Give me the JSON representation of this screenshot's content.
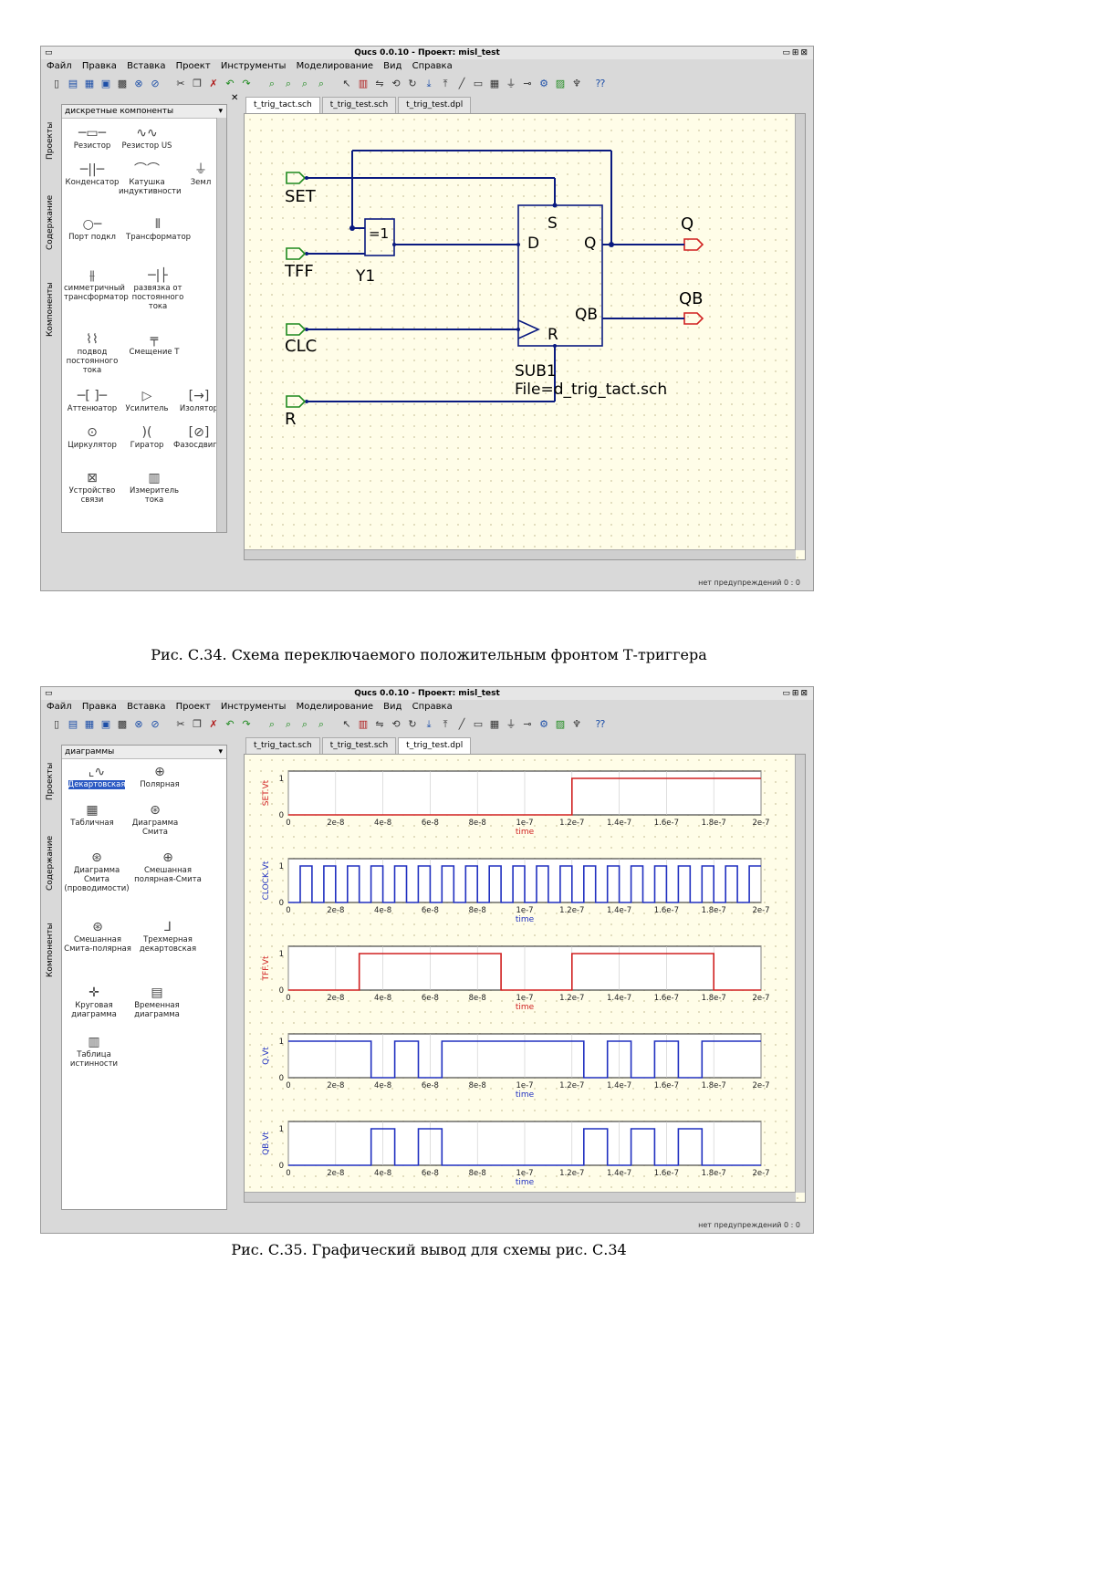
{
  "window1": {
    "title": "Qucs 0.0.10 - Проект: misl_test",
    "menu": [
      "Файл",
      "Правка",
      "Вставка",
      "Проект",
      "Инструменты",
      "Моделирование",
      "Вид",
      "Справка"
    ],
    "tabs": [
      "t_trig_tact.sch",
      "t_trig_test.sch",
      "t_trig_test.dpl"
    ],
    "side_tabs": [
      "Проекты",
      "Содержание",
      "Компоненты"
    ],
    "panel_title": "дискретные компоненты",
    "components": [
      {
        "label": "Резистор",
        "icon": "resistor-icon"
      },
      {
        "label": "Резистор US",
        "icon": "resistor-us-icon"
      },
      {
        "label": "Конденсатор",
        "icon": "capacitor-icon"
      },
      {
        "label": "Катушка индуктивности",
        "icon": "inductor-icon"
      },
      {
        "label": "Земл",
        "icon": "ground-icon"
      },
      {
        "label": "Порт подкл",
        "icon": "port-icon"
      },
      {
        "label": "Трансформатор",
        "icon": "transformer-icon"
      },
      {
        "label": "симметричный трансформатор",
        "icon": "sym-transformer-icon"
      },
      {
        "label": "развязка от постоянного тока",
        "icon": "dc-block-icon"
      },
      {
        "label": "подвод постоянного тока",
        "icon": "dc-feed-icon"
      },
      {
        "label": "Смещение Т",
        "icon": "bias-t-icon"
      },
      {
        "label": "Аттенюатор",
        "icon": "attenuator-icon"
      },
      {
        "label": "Усилитель",
        "icon": "amplifier-icon"
      },
      {
        "label": "Изолятор",
        "icon": "isolator-icon"
      },
      {
        "label": "Циркулятор",
        "icon": "circulator-icon"
      },
      {
        "label": "Гиратор",
        "icon": "gyrator-icon"
      },
      {
        "label": "Фазосдвигатель",
        "icon": "phase-shifter-icon"
      },
      {
        "label": "Устройство связи",
        "icon": "coupler-icon"
      },
      {
        "label": "Измеритель тока",
        "icon": "ammeter-icon"
      }
    ],
    "schematic": {
      "ports": [
        "SET",
        "TFF",
        "CLC",
        "R",
        "Q",
        "QB"
      ],
      "xor_label": "=1",
      "xor_name": "Y1",
      "ff_pins": {
        "s": "S",
        "d": "D",
        "q": "Q",
        "qb": "QB",
        "r": "R"
      },
      "sub_name": "SUB1",
      "sub_file": "File=d_trig_tact.sch"
    },
    "status": "нет предупреждений 0 : 0"
  },
  "caption1": "Рис. С.34. Схема переключаемого положительным фронтом Т-триггера",
  "window2": {
    "title": "Qucs 0.0.10 - Проект: misl_test",
    "menu": [
      "Файл",
      "Правка",
      "Вставка",
      "Проект",
      "Инструменты",
      "Моделирование",
      "Вид",
      "Справка"
    ],
    "tabs": [
      "t_trig_tact.sch",
      "t_trig_test.sch",
      "t_trig_test.dpl"
    ],
    "side_tabs": [
      "Проекты",
      "Содержание",
      "Компоненты"
    ],
    "panel_title": "диаграммы",
    "diagrams": [
      {
        "label": "Декартовская",
        "icon": "cartesian-icon",
        "selected": true
      },
      {
        "label": "Полярная",
        "icon": "polar-icon",
        "selected": false
      },
      {
        "label": "Табличная",
        "icon": "tabular-icon",
        "selected": false
      },
      {
        "label": "Диаграмма Смита",
        "icon": "smith-icon",
        "selected": false
      },
      {
        "label": "Диаграмма Смита (проводимости)",
        "icon": "smith-admittance-icon",
        "selected": false
      },
      {
        "label": "Смешанная полярная-Смита",
        "icon": "polar-smith-icon",
        "selected": false
      },
      {
        "label": "Смешанная Смита-полярная",
        "icon": "smith-polar-icon",
        "selected": false
      },
      {
        "label": "Трехмерная декартовская",
        "icon": "cartesian-3d-icon",
        "selected": false
      },
      {
        "label": "Круговая диаграмма",
        "icon": "locus-icon",
        "selected": false
      },
      {
        "label": "Временная диаграмма",
        "icon": "timing-icon",
        "selected": false
      },
      {
        "label": "Таблица истинности",
        "icon": "truth-table-icon",
        "selected": false
      }
    ],
    "status": "нет предупреждений 0 : 0"
  },
  "caption2": "Рис. С.35. Графический вывод для схемы рис. С.34",
  "chart_data": [
    {
      "type": "line",
      "ylabel": "SET.Vt",
      "xlabel": "time",
      "xlim": [
        0,
        2e-07
      ],
      "ylim": [
        0,
        1
      ],
      "color": "#d02020",
      "xticks": [
        "0",
        "2e-8",
        "4e-8",
        "6e-8",
        "8e-8",
        "1e-7",
        "1.2e-7",
        "1.4e-7",
        "1.6e-7",
        "1.8e-7",
        "2e-7"
      ],
      "yticks": [
        "0",
        "1"
      ],
      "x": [
        0,
        2e-09,
        2e-09,
        1.2e-07,
        1.2e-07,
        2e-07
      ],
      "y": [
        0,
        0,
        0,
        0,
        1,
        1
      ]
    },
    {
      "type": "line",
      "ylabel": "CLOCK.Vt",
      "xlabel": "time",
      "xlim": [
        0,
        2e-07
      ],
      "ylim": [
        0,
        1
      ],
      "color": "#2030c0",
      "xticks": [
        "0",
        "2e-8",
        "4e-8",
        "6e-8",
        "8e-8",
        "1e-7",
        "1.2e-7",
        "1.4e-7",
        "1.6e-7",
        "1.8e-7",
        "2e-7"
      ],
      "yticks": [
        "0",
        "1"
      ],
      "clock_period": 1e-08
    },
    {
      "type": "line",
      "ylabel": "TFF.Vt",
      "xlabel": "time",
      "xlim": [
        0,
        2e-07
      ],
      "ylim": [
        0,
        1
      ],
      "color": "#d02020",
      "xticks": [
        "0",
        "2e-8",
        "4e-8",
        "6e-8",
        "8e-8",
        "1e-7",
        "1.2e-7",
        "1.4e-7",
        "1.6e-7",
        "1.8e-7",
        "2e-7"
      ],
      "yticks": [
        "0",
        "1"
      ],
      "x": [
        0,
        3e-08,
        3e-08,
        9e-08,
        9e-08,
        1.2e-07,
        1.2e-07,
        1.8e-07,
        1.8e-07,
        2e-07
      ],
      "y": [
        0,
        0,
        1,
        1,
        0,
        0,
        1,
        1,
        0,
        0
      ]
    },
    {
      "type": "line",
      "ylabel": "Q.Vt",
      "xlabel": "time",
      "xlim": [
        0,
        2e-07
      ],
      "ylim": [
        0,
        1
      ],
      "color": "#2030c0",
      "xticks": [
        "0",
        "2e-8",
        "4e-8",
        "6e-8",
        "8e-8",
        "1e-7",
        "1.2e-7",
        "1.4e-7",
        "1.6e-7",
        "1.8e-7",
        "2e-7"
      ],
      "yticks": [
        "0",
        "1"
      ],
      "x": [
        0,
        3.5e-08,
        3.5e-08,
        4.5e-08,
        4.5e-08,
        5.5e-08,
        5.5e-08,
        6.5e-08,
        6.5e-08,
        8.5e-08,
        8.5e-08,
        1.25e-07,
        1.25e-07,
        1.35e-07,
        1.35e-07,
        1.45e-07,
        1.45e-07,
        1.55e-07,
        1.55e-07,
        1.65e-07,
        1.65e-07,
        1.75e-07,
        1.75e-07,
        1.85e-07,
        1.85e-07,
        2e-07
      ],
      "y": [
        1,
        1,
        0,
        0,
        1,
        1,
        0,
        0,
        1,
        1,
        1,
        1,
        0,
        0,
        1,
        1,
        0,
        0,
        1,
        1,
        0,
        0,
        1,
        1,
        1,
        1
      ]
    },
    {
      "type": "line",
      "ylabel": "QB.Vt",
      "xlabel": "time",
      "xlim": [
        0,
        2e-07
      ],
      "ylim": [
        0,
        1
      ],
      "color": "#2030c0",
      "xticks": [
        "0",
        "2e-8",
        "4e-8",
        "6e-8",
        "8e-8",
        "1e-7",
        "1.2e-7",
        "1.4e-7",
        "1.6e-7",
        "1.8e-7",
        "2e-7"
      ],
      "yticks": [
        "0",
        "1"
      ],
      "x": [
        0,
        3.5e-08,
        3.5e-08,
        4.5e-08,
        4.5e-08,
        5.5e-08,
        5.5e-08,
        6.5e-08,
        6.5e-08,
        8.5e-08,
        8.5e-08,
        1.25e-07,
        1.25e-07,
        1.35e-07,
        1.35e-07,
        1.45e-07,
        1.45e-07,
        1.55e-07,
        1.55e-07,
        1.65e-07,
        1.65e-07,
        1.75e-07,
        1.75e-07,
        1.85e-07,
        1.85e-07,
        2e-07
      ],
      "y": [
        0,
        0,
        1,
        1,
        0,
        0,
        1,
        1,
        0,
        0,
        0,
        0,
        1,
        1,
        0,
        0,
        1,
        1,
        0,
        0,
        1,
        1,
        0,
        0,
        0,
        0
      ]
    }
  ]
}
